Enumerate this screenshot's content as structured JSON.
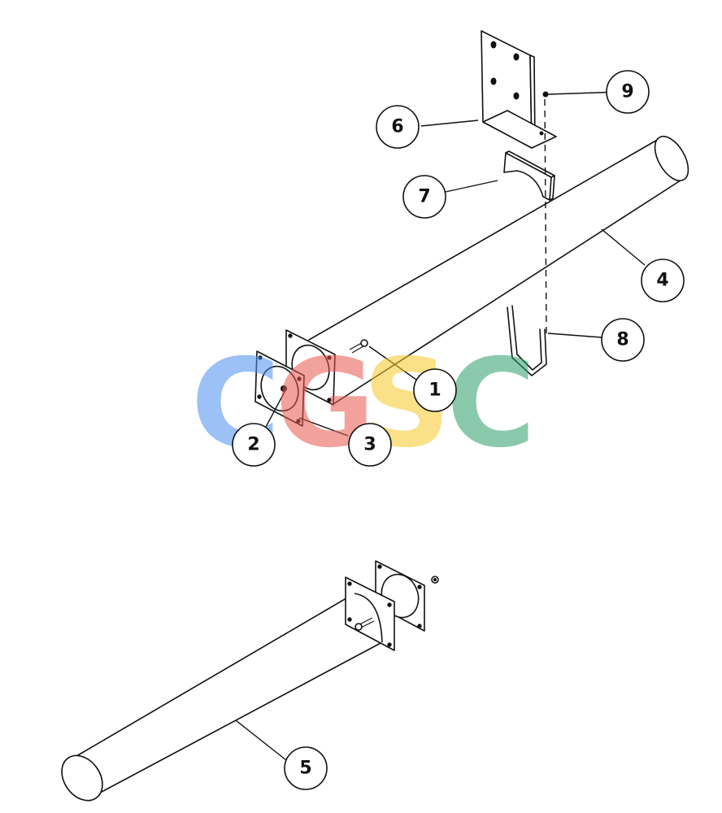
{
  "callouts": [
    {
      "id": "1",
      "label": "1"
    },
    {
      "id": "2",
      "label": "2"
    },
    {
      "id": "3",
      "label": "3"
    },
    {
      "id": "4",
      "label": "4"
    },
    {
      "id": "5",
      "label": "5"
    },
    {
      "id": "6",
      "label": "6"
    },
    {
      "id": "7",
      "label": "7"
    },
    {
      "id": "8",
      "label": "8"
    },
    {
      "id": "9",
      "label": "9"
    }
  ],
  "watermark": {
    "letters": [
      "C",
      "G",
      "S",
      "C"
    ],
    "colors": [
      "#4a8ff0",
      "#e8574e",
      "#f6c928",
      "#2e9e6b"
    ]
  }
}
